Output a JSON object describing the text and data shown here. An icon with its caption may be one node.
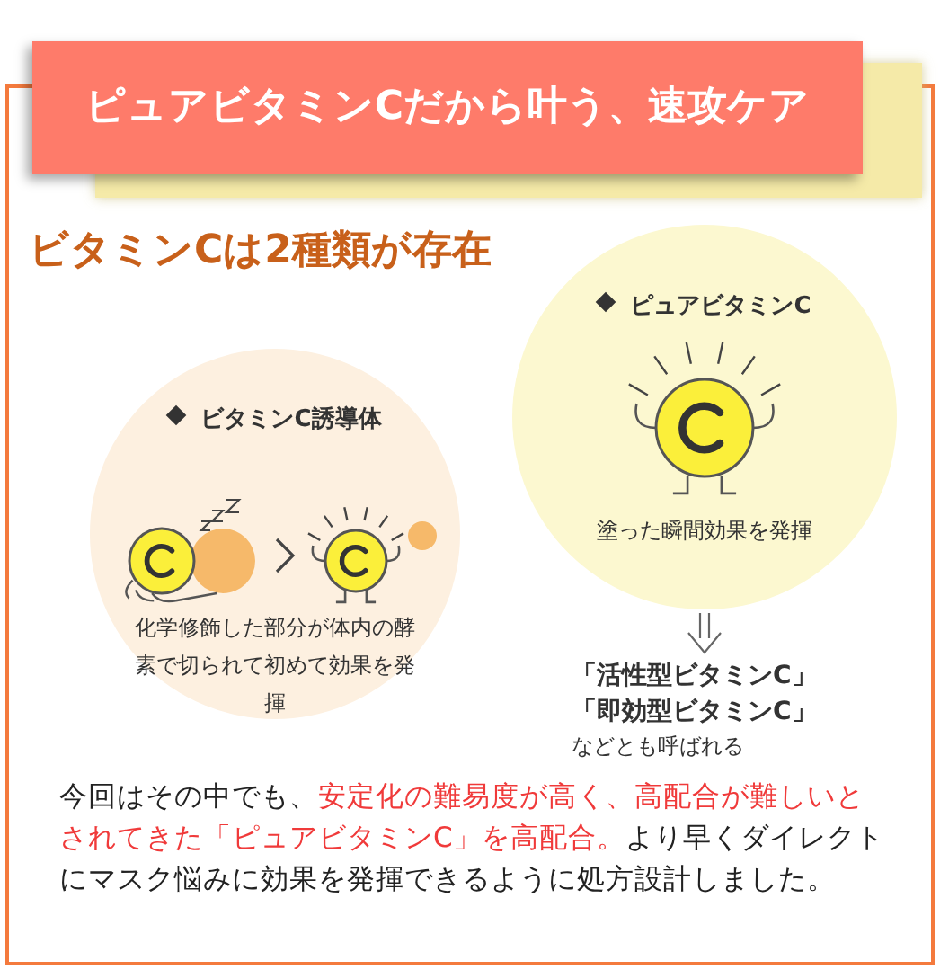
{
  "diagram": {
    "title": "ピュアビタミンCだから叶う、速攻ケア",
    "nodes": [
      {
        "text": [
          "ビタミンC誘導体",
          "化学修飾した部分が体内の酵素で切られて初めて効果を発揮"
        ]
      },
      {
        "text": [
          "ピュアビタミンC",
          "塗った瞬間効果を発揮"
        ]
      },
      {
        "text": [
          "「活性型ビタミンC」「即効型ビタミンC」",
          "などとも呼ばれる"
        ]
      }
    ],
    "edges": [
      {
        "from": 1,
        "to": 2,
        "arrow": "to"
      }
    ],
    "labels": [
      "ビタミンCは2種類が存在",
      "今回はその中でも、",
      "安定化の難易度が高く、高配合が難しいとされてきた「ピュアビタミンC」を高配合。",
      "より早くダイレクトにマスク悩みに効果を発揮できるように処方設計しました。"
    ]
  }
}
